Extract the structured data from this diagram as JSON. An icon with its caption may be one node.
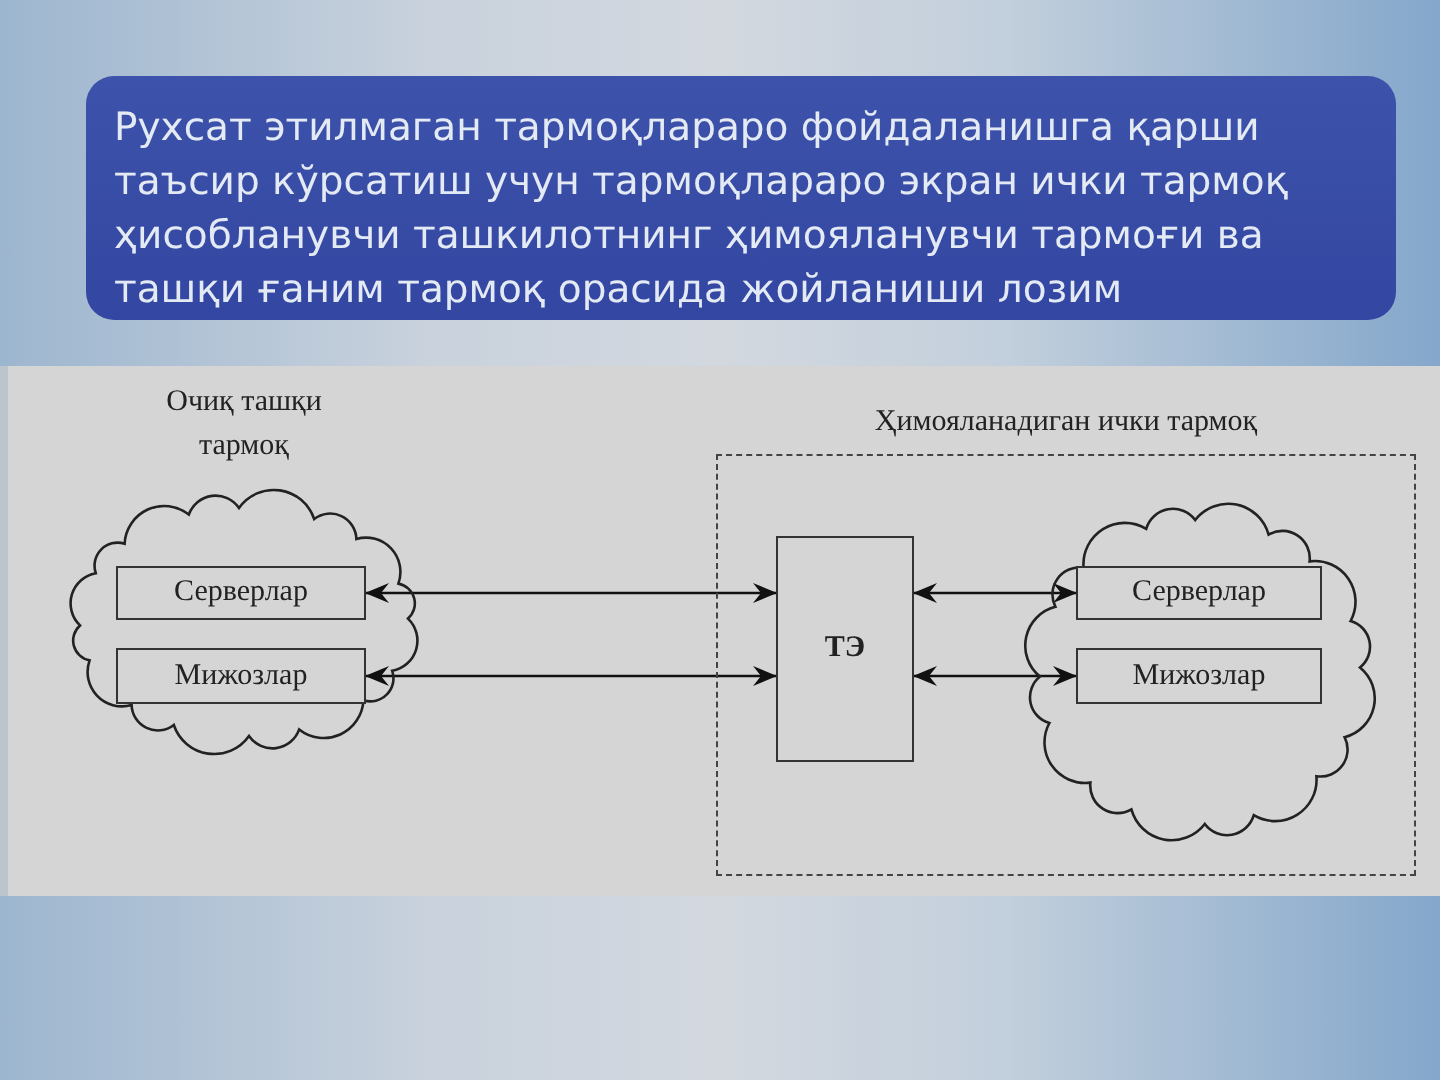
{
  "diagram": {
    "title": "Рухсат этилмаган тармоқлараро фойдаланишга қарши таъсир кўрсатиш учун тармоқлараро экран ички тармоқ ҳисобланувчи ташкилотнинг ҳимояланувчи тармоғи ва ташқи ғаним тармоқ орасида жойланиши лозим",
    "nodes": [
      {
        "text": [
          "Очиқ ташқи тармоқ"
        ]
      },
      {
        "text": [
          "Серверлар"
        ],
        "in": 0
      },
      {
        "text": [
          "Мижозлар"
        ],
        "in": 0
      },
      {
        "text": [
          "Ҳимояланадиган ички тармоқ"
        ]
      },
      {
        "text": [
          "ТЭ"
        ],
        "in": 3
      },
      {
        "text": [],
        "shape": "cloud",
        "in": 3
      },
      {
        "text": [
          "Серверлар"
        ],
        "in": 5
      },
      {
        "text": [
          "Мижозлар"
        ],
        "in": 5
      }
    ],
    "edges": [
      {
        "from": 1,
        "to": 4,
        "arrow": "both"
      },
      {
        "from": 2,
        "to": 4,
        "arrow": "both"
      },
      {
        "from": 4,
        "to": 6,
        "arrow": "both"
      },
      {
        "from": 4,
        "to": 7,
        "arrow": "both"
      }
    ]
  }
}
